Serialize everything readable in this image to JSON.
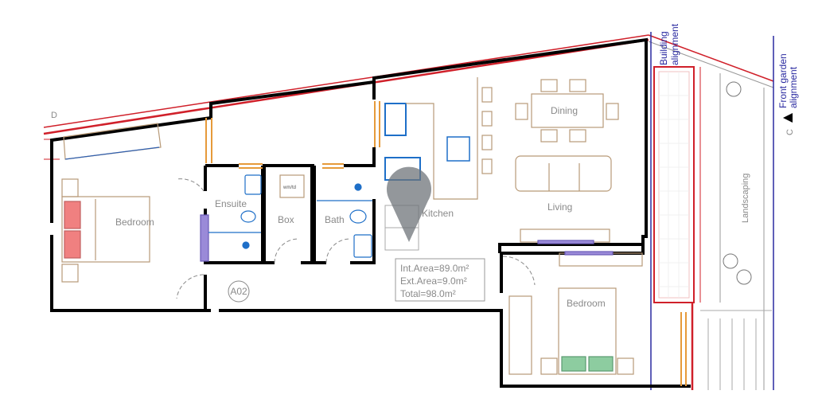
{
  "plan": {
    "rooms": {
      "bedroom_1": "Bedroom",
      "ensuite": "Ensuite",
      "box": "Box",
      "wm_td": "wm/td",
      "bath": "Bath",
      "kitchen": "Kitchen",
      "dining": "Dining",
      "living": "Living",
      "bedroom_2": "Bedroom",
      "landscaping": "Landscaping"
    },
    "tag": "A02",
    "section_marks": {
      "left": "D",
      "right": "C"
    },
    "annotations": {
      "building_alignment_line1": "Building",
      "building_alignment_line2": "alignment",
      "front_garden_line1": "Front garden",
      "front_garden_line2": "alignment"
    },
    "areas": {
      "internal": "Int.Area=89.0m²",
      "external": "Ext.Area=9.0m²",
      "total": "Total=98.0m²"
    },
    "colors": {
      "walls": "#000000",
      "boundary": "#d0202a",
      "alignment": "#2a2aa0",
      "furniture": "#b89a78",
      "sanitary": "#1e6fc8",
      "window": "#e69a3a"
    }
  }
}
